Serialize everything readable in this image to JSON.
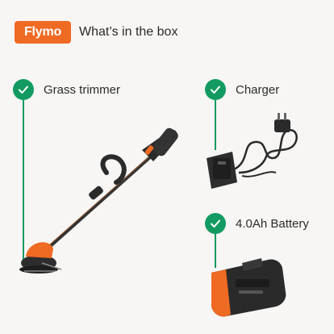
{
  "header": {
    "brand": "Flymo",
    "title": "What’s in the box"
  },
  "items": [
    {
      "label": "Grass trimmer",
      "icon": "check-icon"
    },
    {
      "label": "Charger",
      "icon": "check-icon"
    },
    {
      "label": "4.0Ah Battery",
      "icon": "check-icon"
    }
  ],
  "colors": {
    "brand_orange": "#ef6a22",
    "check_green": "#129a60",
    "background": "#f7f6f4"
  }
}
